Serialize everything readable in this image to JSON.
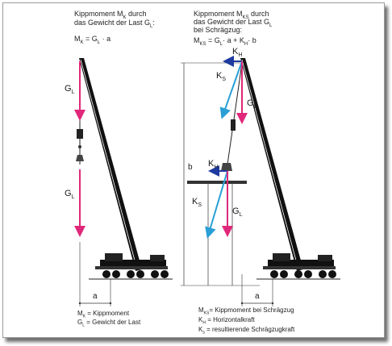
{
  "left": {
    "title_line1": "Kippmoment M",
    "title_line1_sub": "K",
    "title_line1_end": " durch",
    "title_line2": "das Gewicht der Last G",
    "title_line2_sub": "L",
    "title_line2_end": ":",
    "formula": "M",
    "formula_sub": "K",
    "formula_mid": " = G",
    "formula_sub2": "L",
    "formula_end": " · a",
    "label_gl_top": "G",
    "label_gl_top_sub": "L",
    "label_gl_bottom": "G",
    "label_gl_bottom_sub": "L",
    "label_a": "a",
    "legend": [
      {
        "sym": "M",
        "sub": "K",
        "text": " = Kippmoment"
      },
      {
        "sym": "G",
        "sub": "L",
        "text": " = Gewicht der Last"
      }
    ]
  },
  "right": {
    "title_line1": "Kippmoment M",
    "title_line1_sub": "KS",
    "title_line1_end": " durch",
    "title_line2": "das Gewicht der Last G",
    "title_line2_sub": "L",
    "title_line3": "bei Schrägzug:",
    "formula": "M",
    "formula_sub": "KS",
    "formula_mid": " = G",
    "formula_sub2": "L",
    "formula_mid2": "· a + K",
    "formula_sub3": "H",
    "formula_end": "· b",
    "label_kh_top": "K",
    "label_kh_top_sub": "H",
    "label_ks_top": "K",
    "label_ks_top_sub": "S",
    "label_gl_top": "G",
    "label_gl_top_sub": "L",
    "label_b": "b",
    "label_kh_mid": "K",
    "label_kh_mid_sub": "H",
    "label_ks_bottom": "K",
    "label_ks_bottom_sub": "S",
    "label_gl_bottom": "G",
    "label_gl_bottom_sub": "L",
    "label_a": "a",
    "legend": [
      {
        "sym": "M",
        "sub": "KS",
        "text": "= Kippmoment bei Schrägzug"
      },
      {
        "sym": "K",
        "sub": "H",
        "text": "  =  Horizontalkraft"
      },
      {
        "sym": "K",
        "sub": "s",
        "text": "  = resultierende Schrägzugkraft"
      }
    ]
  },
  "colors": {
    "gravity": "#e0287a",
    "horizontal": "#1e3aa0",
    "resultant": "#2a9fd6",
    "crane": "#111111"
  }
}
